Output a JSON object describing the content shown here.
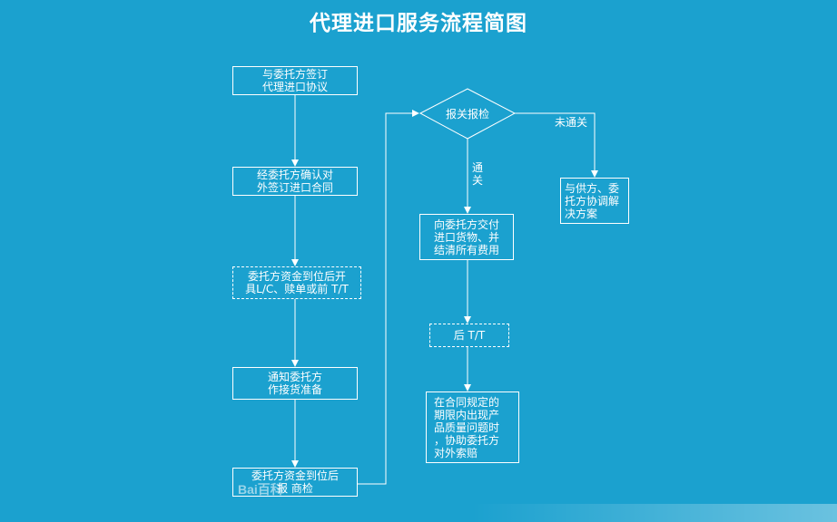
{
  "title": "代理进口服务流程简图",
  "nodes": {
    "sign_agreement": "与委托方签订\n代理进口协议",
    "confirm_contract": "经委托方确认对\n外签订进口合同",
    "open_lc": "委托方资金到位后开\n具L/C、赎单或前 T/T",
    "notify_prepare": "通知委托方\n作接货准备",
    "funds_inspection": "委托方资金到位后\n报    商检",
    "customs_declaration": "报关报检",
    "deliver_goods": "向委托方交付\n进口货物、并\n结清所有费用",
    "post_tt": "后 T/T",
    "claim": "在合同规定的\n期限内出现产\n品质量问题时\n，协助委托方\n对外索赔",
    "coordinate": "与供方、委\n托方协调解\n决方案"
  },
  "edge_labels": {
    "pass": "通\n关",
    "fail": "未通关"
  },
  "watermark": "Bai百科"
}
